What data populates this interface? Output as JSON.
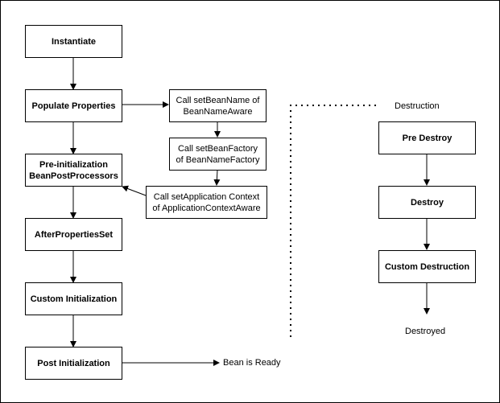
{
  "init": {
    "instantiate": "Instantiate",
    "populate_properties": "Populate Properties",
    "pre_initialization_line1": "Pre-initialization",
    "pre_initialization_line2": "BeanPostProcessors",
    "after_properties_set": "AfterPropertiesSet",
    "custom_initialization": "Custom Initialization",
    "post_initialization": "Post Initialization",
    "bean_ready": "Bean is Ready"
  },
  "aware": {
    "bean_name_line1": "Call setBeanName of",
    "bean_name_line2": "BeanNameAware",
    "bean_factory_line1": "Call setBeanFactory",
    "bean_factory_line2": "of BeanNameFactory",
    "app_context_line1": "Call setApplication Context",
    "app_context_line2": "of ApplicationContextAware"
  },
  "destruction": {
    "label": "Destruction",
    "pre_destroy": "Pre Destroy",
    "destroy": "Destroy",
    "custom_destruction": "Custom Destruction",
    "destroyed": "Destroyed"
  },
  "colors": {
    "stroke": "#000000",
    "background": "#ffffff"
  }
}
